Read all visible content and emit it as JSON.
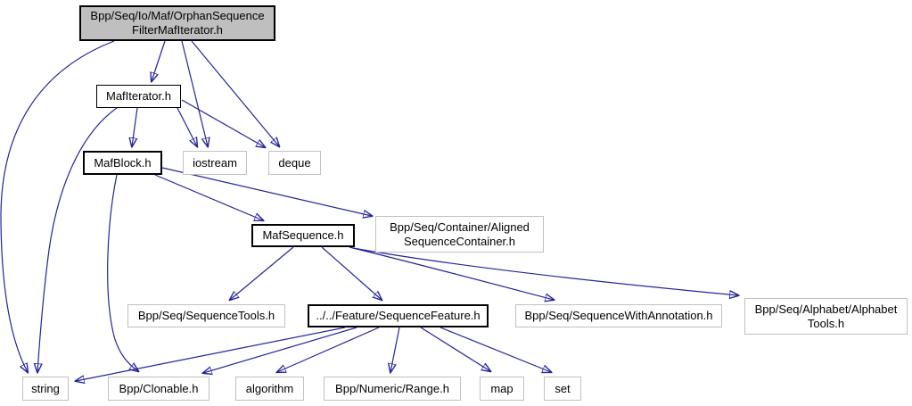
{
  "diagram": {
    "kind": "include-dependency-graph",
    "edge_color": "#24249a",
    "root_fill": "#bfbfbf",
    "internal_border": "#000000",
    "external_border": "#c0c0c0",
    "nodes": [
      {
        "id": "root",
        "label": "Bpp/Seq/Io/Maf/OrphanSequence\nFilterMafIterator.h",
        "kind": "root"
      },
      {
        "id": "mafiterator",
        "label": "MafIterator.h",
        "kind": "internal"
      },
      {
        "id": "mafblock",
        "label": "MafBlock.h",
        "kind": "internal-bold"
      },
      {
        "id": "iostream",
        "label": "iostream",
        "kind": "external"
      },
      {
        "id": "deque",
        "label": "deque",
        "kind": "external"
      },
      {
        "id": "mafsequence",
        "label": "MafSequence.h",
        "kind": "internal-bold"
      },
      {
        "id": "alignedsequencecontainer",
        "label": "Bpp/Seq/Container/Aligned\nSequenceContainer.h",
        "kind": "external"
      },
      {
        "id": "sequencetools",
        "label": "Bpp/Seq/SequenceTools.h",
        "kind": "external"
      },
      {
        "id": "sequencefeature",
        "label": "../../Feature/SequenceFeature.h",
        "kind": "internal-bold"
      },
      {
        "id": "sequencewithannotation",
        "label": "Bpp/Seq/SequenceWithAnnotation.h",
        "kind": "external"
      },
      {
        "id": "alphabettools",
        "label": "Bpp/Seq/Alphabet/Alphabet\nTools.h",
        "kind": "external"
      },
      {
        "id": "string",
        "label": "string",
        "kind": "external"
      },
      {
        "id": "clonable",
        "label": "Bpp/Clonable.h",
        "kind": "external"
      },
      {
        "id": "algorithm",
        "label": "algorithm",
        "kind": "external"
      },
      {
        "id": "range",
        "label": "Bpp/Numeric/Range.h",
        "kind": "external"
      },
      {
        "id": "map",
        "label": "map",
        "kind": "external"
      },
      {
        "id": "set",
        "label": "set",
        "kind": "external"
      }
    ],
    "edges": [
      {
        "from": "root",
        "to": "mafiterator"
      },
      {
        "from": "root",
        "to": "iostream"
      },
      {
        "from": "root",
        "to": "deque"
      },
      {
        "from": "root",
        "to": "string"
      },
      {
        "from": "mafiterator",
        "to": "mafblock"
      },
      {
        "from": "mafiterator",
        "to": "iostream"
      },
      {
        "from": "mafiterator",
        "to": "deque"
      },
      {
        "from": "mafiterator",
        "to": "string"
      },
      {
        "from": "mafblock",
        "to": "mafsequence"
      },
      {
        "from": "mafblock",
        "to": "alignedsequencecontainer"
      },
      {
        "from": "mafblock",
        "to": "clonable"
      },
      {
        "from": "mafsequence",
        "to": "sequencetools"
      },
      {
        "from": "mafsequence",
        "to": "sequencefeature"
      },
      {
        "from": "mafsequence",
        "to": "sequencewithannotation"
      },
      {
        "from": "mafsequence",
        "to": "alphabettools"
      },
      {
        "from": "sequencefeature",
        "to": "string"
      },
      {
        "from": "sequencefeature",
        "to": "clonable"
      },
      {
        "from": "sequencefeature",
        "to": "algorithm"
      },
      {
        "from": "sequencefeature",
        "to": "range"
      },
      {
        "from": "sequencefeature",
        "to": "map"
      },
      {
        "from": "sequencefeature",
        "to": "set"
      }
    ]
  }
}
